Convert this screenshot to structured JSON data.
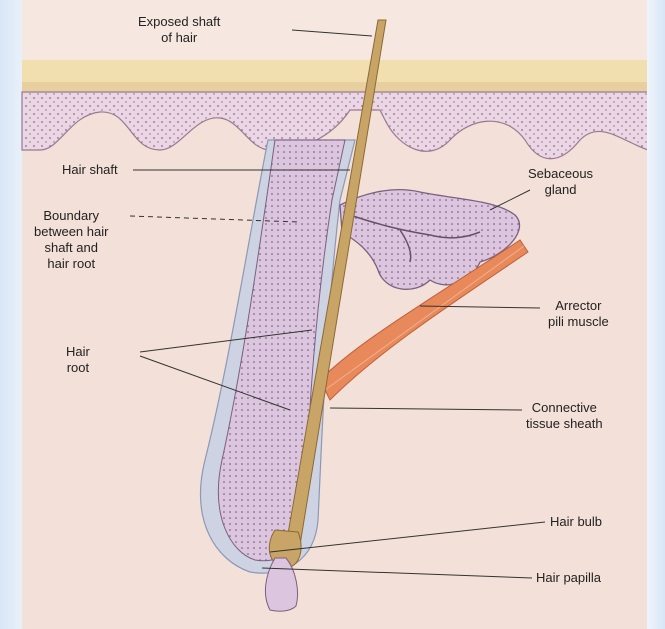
{
  "labels": {
    "exposed_shaft": [
      "Exposed shaft",
      "of hair"
    ],
    "hair_shaft": "Hair shaft",
    "boundary": [
      "Boundary",
      "between hair",
      "shaft and",
      "hair root"
    ],
    "hair_root": [
      "Hair",
      "root"
    ],
    "sebaceous_gland": [
      "Sebaceous",
      "gland"
    ],
    "arrector_pili": [
      "Arrector",
      "pili muscle"
    ],
    "connective_tissue": [
      "Connective",
      "tissue sheath"
    ],
    "hair_bulb": "Hair bulb",
    "hair_papilla": "Hair papilla"
  },
  "colors": {
    "epidermis": "#f2dfb0",
    "dermis_dots": "#e9d2e0",
    "follicle": "#d8c0d8",
    "hair": "#c9a467",
    "muscle": "#e7895a",
    "sheath": "#b9c2d6",
    "background": "#f6e8e0"
  }
}
